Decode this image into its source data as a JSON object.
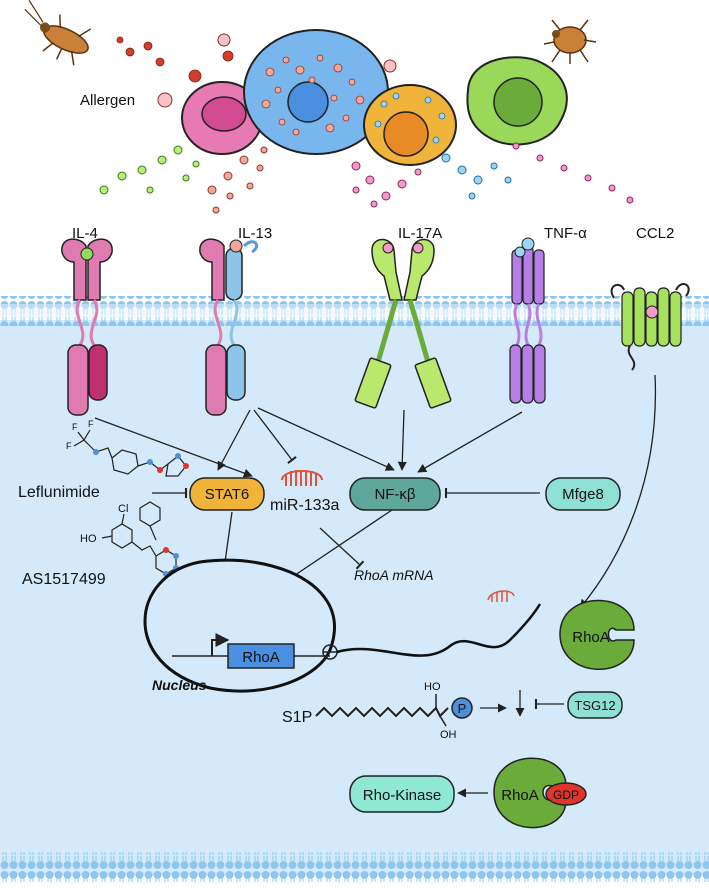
{
  "labels": {
    "allergen": "Allergen",
    "cytokines": [
      "IL-4",
      "IL-13",
      "IL-17A",
      "TNF-α",
      "CCL2"
    ],
    "leflunimide": "Leflunimide",
    "as1517499": "AS1517499",
    "stat6": "STAT6",
    "mir": "miR-133a",
    "nfkb": "NF-κβ",
    "mfge8": "Mfge8",
    "rhoa_mrna": "RhoA mRNA",
    "rhoa_gene": "RhoA",
    "nucleus": "Nucleus",
    "rhoa_protein": "RhoA",
    "rhoa_gdp": "RhoA",
    "gdp": "GDP",
    "s1p": "S1P",
    "p": "P",
    "ho": "HO",
    "oh": "OH",
    "tsg12": "TSG12",
    "rho_kinase": "Rho-Kinase",
    "chem_f": "F",
    "chem_cl": "Cl",
    "chem_ho": "HO"
  },
  "colors": {
    "membrane": "#9fd3f2",
    "cytoplasm": "#cfe6f8",
    "il4_receptor": "#e07bb1",
    "il13_receptor_b": "#8cc4ea",
    "il17_receptor": "#b8e86c",
    "tnf_receptor": "#b77fe6",
    "ccl2_receptor": "#a6e15c",
    "stat6": "#f1b43a",
    "nfkb": "#5fa79a",
    "mfge8": "#8fe0d4",
    "rhoa": "#6aab3a",
    "gdp": "#e0352b",
    "rho_kinase": "#8fe8d4",
    "mirna": "#e0523a",
    "p_circle": "#4f8fd8"
  },
  "icons": [
    "cockroach-icon",
    "dust-mite-icon"
  ]
}
